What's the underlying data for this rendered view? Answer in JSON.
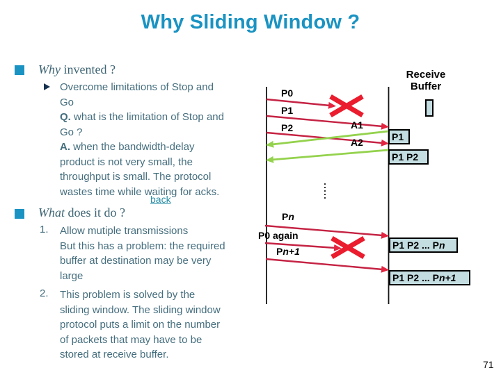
{
  "slide": {
    "title": "Why Sliding Window ?",
    "page_number": "71",
    "colors": {
      "accent_blue": "#1a93c2",
      "body_text": "#456e7e",
      "packet_arrow_red": "#c52343",
      "lost_cross_red": "#ea1c2d",
      "ack_arrow_green": "#94d24d",
      "buffer_box_fill": "#c3dde1",
      "link_teal": "#2b8fa7"
    }
  },
  "content": {
    "heading1": {
      "italic": "Why",
      "rest": " invented ?"
    },
    "bullet1": {
      "seg1": "Overcome limitations of Stop and\nGo\n",
      "seg2": "Q.",
      "seg3": " what is the limitation of Stop and\nGo ?\n",
      "seg4": "A.",
      "seg5": " when the bandwidth-delay\nproduct is not very small, the\nthroughput is small. The protocol\nwastes time while waiting for acks."
    },
    "back_link": "back",
    "heading2": {
      "italic": "What",
      "rest": " does it do ?"
    },
    "item1": {
      "num": "1.",
      "text": "Allow mutiple transmissions\nBut this has a problem: the required\nbuffer at destination may be very\nlarge"
    },
    "item2": {
      "num": "2.",
      "text": "This problem is solved by the\nsliding window. The sliding window\nprotocol puts a limit on the number\nof packets that may have to be\nstored at receive buffer."
    }
  },
  "diagram": {
    "receive_buffer_label": "Receive Buffer",
    "labels": {
      "p0": "P0",
      "p1": "P1",
      "p2": "P2",
      "a1": "A1",
      "a2": "A2",
      "pn_prefix": "P",
      "pn_suffix": "n",
      "p0_again": "P0 again",
      "pn1_prefix": "P",
      "pn1_suffix": "n+1"
    },
    "boxes": {
      "b1": "P1",
      "b2": "P1 P2",
      "b3_prefix": "P1 P2 ... P",
      "b3_suffix": "n",
      "b4_prefix": "P1 P2 ... P",
      "b4_suffix": "n+1"
    }
  }
}
